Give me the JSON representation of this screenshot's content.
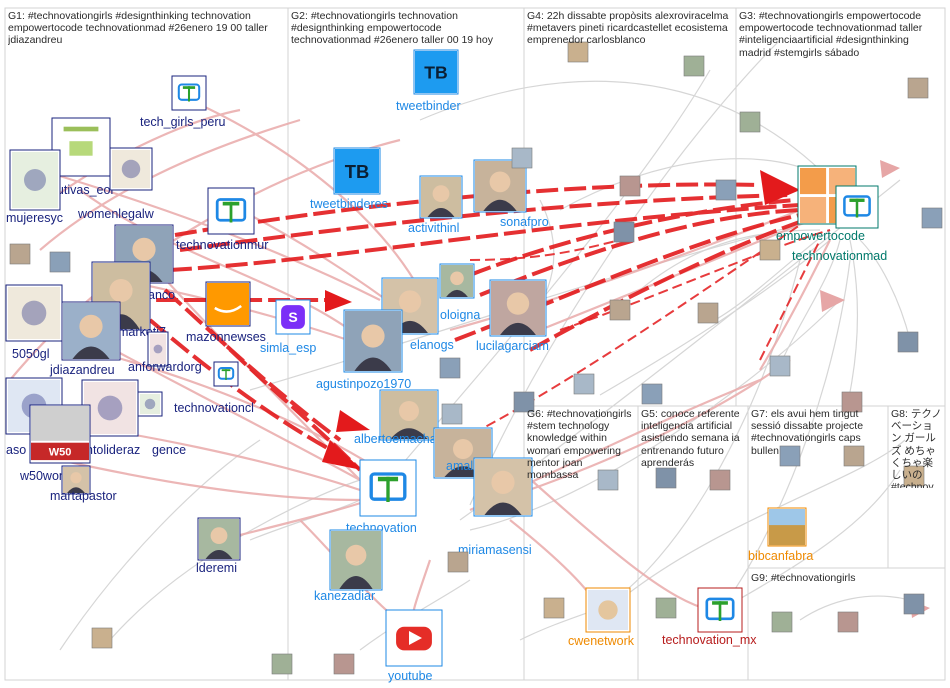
{
  "groups": [
    {
      "id": "g1",
      "title": "G1: #technovationgirls #designthinking technovation empowertocode technovationmad #26enero 19 00 taller jdiazandreu"
    },
    {
      "id": "g2",
      "title": "G2: #technovationgirls technovation #designthinking empowertocode technovationmad #26enero taller 00 19 hoy"
    },
    {
      "id": "g4",
      "title": "G4: 22h dissabte propòsits alexroviracelma #metavers pineti ricardcastellet ecosistema emprenedor carlosblanco"
    },
    {
      "id": "g3",
      "title": "G3: #technovationgirls empowertocode empowertocode technovationmad taller #inteligenciaartificial #designthinking madrid #stemgirls sábado"
    },
    {
      "id": "g6",
      "title": "G6: #technovationgirls #stem technology knowledge within woman empowering mentor joan mombassa"
    },
    {
      "id": "g5",
      "title": "G5: conoce referente inteligencia artificial asistiendo semana ia entrenando futuro aprenderás"
    },
    {
      "id": "g7",
      "title": "G7: els avui hem tingut sessió dissabte projecte #technovationgirls caps bullen"
    },
    {
      "id": "g8",
      "title": "G8: テクノベーション ガールズ めちゃくちゃ楽しいの #technov..."
    },
    {
      "id": "g9",
      "title": "G9: #technovationgirls"
    }
  ],
  "nodes": [
    {
      "id": "tech_girls_peru",
      "label": "tech_girls_peru",
      "color": "#1a237e",
      "icon": "technovation-logo"
    },
    {
      "id": "ejecutivas_eoi",
      "label": "ejecutivas_eoi",
      "color": "#1a237e",
      "icon": "ejecutivas-logo"
    },
    {
      "id": "mujeresyc",
      "label": "mujeresyc",
      "color": "#1a237e",
      "icon": "org-logo"
    },
    {
      "id": "womenlegalw",
      "label": "womenlegalw",
      "color": "#1a237e",
      "icon": "org-logo"
    },
    {
      "id": "technovationmur",
      "label": "technovationmur",
      "color": "#1a237e",
      "icon": "technovation-logo"
    },
    {
      "id": "anco",
      "label": "anco",
      "color": "#1a237e",
      "icon": "person-photo"
    },
    {
      "id": "marketi7",
      "label": "marketi7",
      "color": "#1a237e",
      "icon": "person-photo"
    },
    {
      "id": "5050gl",
      "label": "5050gl",
      "color": "#1a237e",
      "icon": "org-logo"
    },
    {
      "id": "jdiazandreu",
      "label": "jdiazandreu",
      "color": "#1a237e",
      "icon": "person-photo"
    },
    {
      "id": "anforwardorg",
      "label": "anforwardorg",
      "color": "#1a237e",
      "icon": "org-logo"
    },
    {
      "id": "mazonnewses",
      "label": "mazonnewses",
      "color": "#1a237e",
      "icon": "amazon-logo"
    },
    {
      "id": "technovationcl",
      "label": "technovationcl",
      "color": "#1a237e",
      "icon": "technovation-logo"
    },
    {
      "id": "aso",
      "label": "aso",
      "color": "#1a237e",
      "icon": "org-logo"
    },
    {
      "id": "ntolideraz",
      "label": "ntolideraz",
      "color": "#1a237e",
      "icon": "org-logo"
    },
    {
      "id": "gence",
      "label": "gence",
      "color": "#1a237e",
      "icon": "org-logo"
    },
    {
      "id": "w50women",
      "label": "w50women",
      "color": "#1a237e",
      "icon": "w50-logo"
    },
    {
      "id": "martapastor",
      "label": "martapastor",
      "color": "#1a237e",
      "icon": "person-photo"
    },
    {
      "id": "lderemi",
      "label": "lderemi",
      "color": "#1a237e",
      "icon": "person-photo"
    },
    {
      "id": "tweetbinder",
      "label": "tweetbinder",
      "color": "#1e88e5",
      "icon": "tweetbinder-logo"
    },
    {
      "id": "tweetbinderes",
      "label": "tweetbinderes",
      "color": "#1e88e5",
      "icon": "tweetbinder-logo"
    },
    {
      "id": "activithin",
      "label": "activithinl",
      "color": "#1e88e5",
      "icon": "person-photo"
    },
    {
      "id": "sonafpro",
      "label": "sonafpro",
      "color": "#1e88e5",
      "icon": "person-photo"
    },
    {
      "id": "simla_esp",
      "label": "simla_esp",
      "color": "#1e88e5",
      "icon": "simla-logo"
    },
    {
      "id": "elanogs",
      "label": "elanogs",
      "color": "#1e88e5",
      "icon": "person-photo"
    },
    {
      "id": "oloigna",
      "label": "oloigna",
      "color": "#1e88e5",
      "icon": "person-photo"
    },
    {
      "id": "lucilagarciam",
      "label": "lucilagarciam",
      "color": "#1e88e5",
      "icon": "person-photo"
    },
    {
      "id": "agustinpozo1970",
      "label": "agustinpozo1970",
      "color": "#1e88e5",
      "icon": "person-photo"
    },
    {
      "id": "albertoemachado",
      "label": "albertoemachado",
      "color": "#1e88e5",
      "icon": "person-photo"
    },
    {
      "id": "amaliaga",
      "label": "amaliaga",
      "color": "#1e88e5",
      "icon": "person-photo"
    },
    {
      "id": "technovation",
      "label": "technovation",
      "color": "#1e88e5",
      "icon": "technovation-logo"
    },
    {
      "id": "miriamasensi",
      "label": "miriamasensi",
      "color": "#1e88e5",
      "icon": "person-photo"
    },
    {
      "id": "kanezadiar",
      "label": "kanezadiar",
      "color": "#1e88e5",
      "icon": "person-photo"
    },
    {
      "id": "youtube",
      "label": "youtube",
      "color": "#1e88e5",
      "icon": "youtube-logo"
    },
    {
      "id": "empowertocode",
      "label": "empowertocode",
      "color": "#00796b",
      "icon": "empowertocode-logo"
    },
    {
      "id": "technovationmad",
      "label": "technovationmad",
      "color": "#00796b",
      "icon": "technovation-logo"
    },
    {
      "id": "bibcanfabra",
      "label": "bibcanfabra",
      "color": "#ef8a00",
      "icon": "building-photo"
    },
    {
      "id": "cwenetwork",
      "label": "cwenetwork",
      "color": "#ef8a00",
      "icon": "org-logo"
    },
    {
      "id": "technovation_mx",
      "label": "technovation_mx",
      "color": "#b71c1c",
      "icon": "technovation-logo"
    }
  ]
}
